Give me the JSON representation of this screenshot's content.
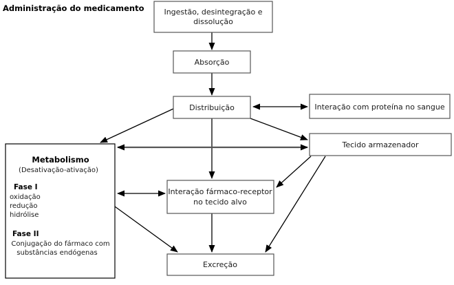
{
  "diagram": {
    "title": "Administração do medicamento",
    "nodes": {
      "ingestion": {
        "line1": "Ingestão, desintegração e",
        "line2": "dissolução"
      },
      "absorption": {
        "label": "Absorção"
      },
      "distribution": {
        "label": "Distribuição"
      },
      "protein": {
        "label": "Interação com proteína no sangue"
      },
      "storage": {
        "label": "Tecido armazenador"
      },
      "receptor": {
        "line1": "Interação fármaco-receptor",
        "line2": "no tecido alvo"
      },
      "excretion": {
        "label": "Excreção"
      },
      "metabolism": {
        "heading": "Metabolismo",
        "subheading": "(Desativação-ativação)",
        "phase1_title": "Fase I",
        "phase1_items": [
          "oxidação",
          "redução",
          "hidrólise"
        ],
        "phase2_title": "Fase II",
        "phase2_line1": "Conjugação do fármaco com",
        "phase2_line2": "substâncias endógenas"
      }
    },
    "colors": {
      "box_stroke": "#555555",
      "arrow": "#000000",
      "arrow_gray": "#555555",
      "background": "#ffffff",
      "text": "#1a1a1a"
    }
  }
}
